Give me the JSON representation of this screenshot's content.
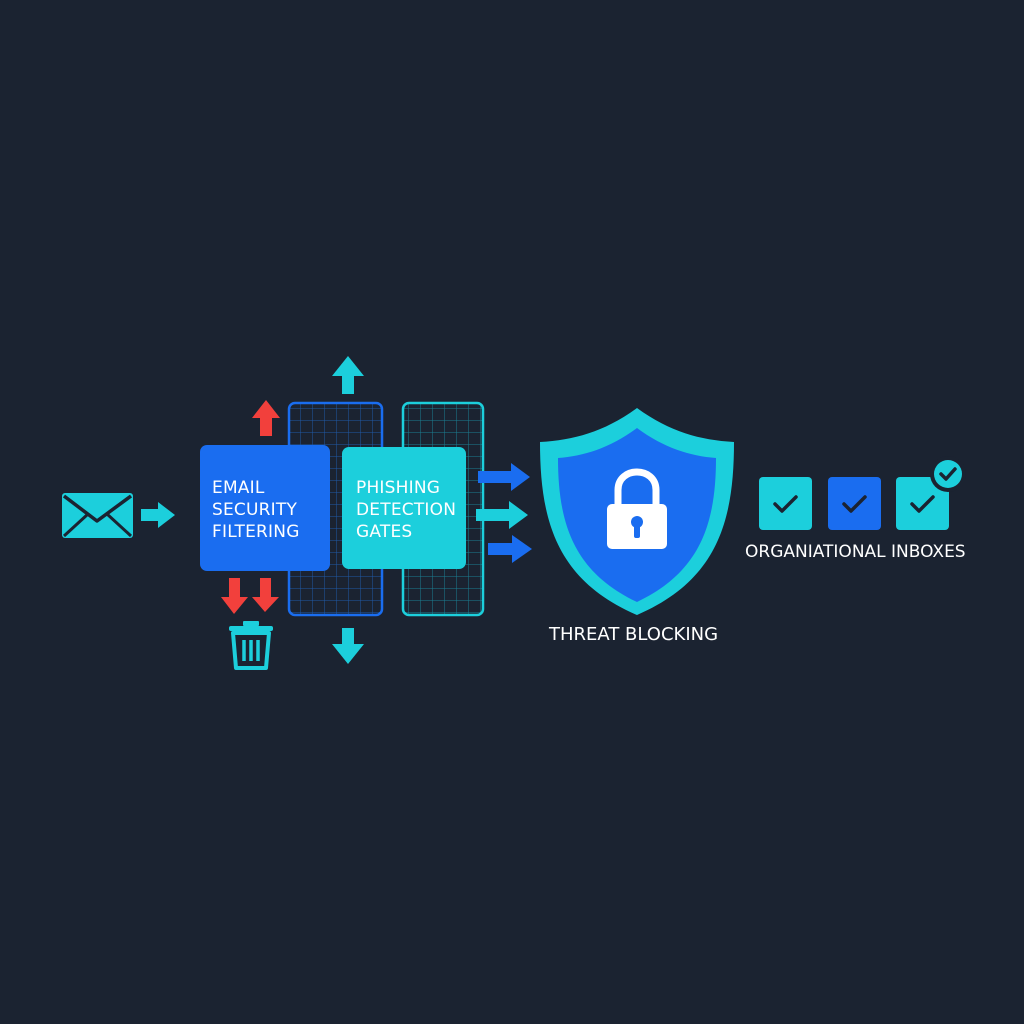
{
  "stages": {
    "email_filter": {
      "lines": [
        "EMAIL",
        "SECURITY",
        "FILTERING"
      ]
    },
    "phishing_gates": {
      "lines": [
        "PHISHING",
        "DETECTION",
        "GATES"
      ]
    },
    "threat_blocking": {
      "label": "THREAT BLOCKING"
    },
    "inboxes": {
      "label": "ORGANIATIONAL INBOXES",
      "count": 3
    }
  },
  "icons": {
    "input": "envelope-icon",
    "discard": "trash-icon",
    "shield": "shield-icon",
    "lock": "padlock-icon",
    "check": "checkmark-icon"
  },
  "colors": {
    "background": "#1b2331",
    "cyan": "#1ccfdc",
    "blue": "#1a6df0",
    "red": "#f2403c",
    "white": "#ffffff"
  }
}
